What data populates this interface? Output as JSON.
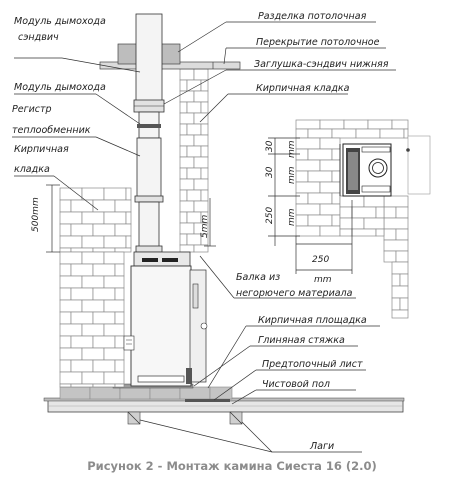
{
  "labels": {
    "module_sandwich_line1": "Модуль дымохода",
    "module_sandwich_line2": "сэндвич",
    "module_flue": "Модуль дымохода",
    "register_line1": "Регистр",
    "register_line2": "теплообменник",
    "brick_left_line1": "Кирпичная",
    "brick_left_line2": "кладка",
    "ceiling_cut": "Разделка потолочная",
    "ceiling_slab": "Перекрытие потолочное",
    "sandwich_plug": "Заглушка-сэндвич нижняя",
    "brick_right": "Кирпичная кладка",
    "beam_line1": "Балка из",
    "beam_line2": "негорючего материала",
    "brick_platform": "Кирпичная площадка",
    "clay_screed": "Глиняная стяжка",
    "fire_sheet": "Предтопочный лист",
    "finish_floor": "Чистовой пол",
    "joists": "Лаги"
  },
  "dimensions": {
    "h500": "500",
    "h500_unit": "mm",
    "gap5": "5",
    "gap5_unit": "mm",
    "d30": "30",
    "d30_unit": "mm",
    "d30b": "30",
    "d30b_unit": "mm",
    "d250v": "250",
    "d250v_unit": "mm",
    "d250h": "250",
    "d250h_unit": "mm"
  },
  "caption": "Рисунок 2 - Монтаж камина Сиеста 16 (2.0)"
}
